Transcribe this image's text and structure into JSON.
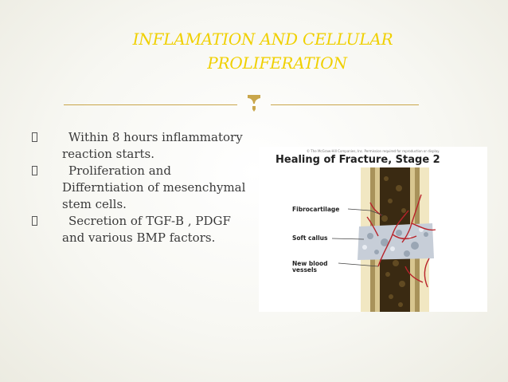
{
  "slide": {
    "title_line1": "INFLAMATION AND CELLULAR",
    "title_line2": "PROLIFERATION",
    "title_color": "#f0d000",
    "divider_icon": "flourish-icon",
    "bullet_icon": "square-bullet-icon",
    "bullets": [
      "Within 8 hours inflammatory reaction starts.",
      "Proliferation and Differntiation of mesenchymal stem cells.",
      "Secretion of TGF-B , PDGF and various BMP factors."
    ]
  },
  "figure": {
    "credit": "© The McGraw-Hill Companies, Inc. Permission required for reproduction or display.",
    "title": "Healing of Fracture, Stage 2",
    "labels": {
      "fibrocartilage": "Fibrocartilage",
      "soft_callus": "Soft callus",
      "vessels": "New blood vessels"
    }
  }
}
